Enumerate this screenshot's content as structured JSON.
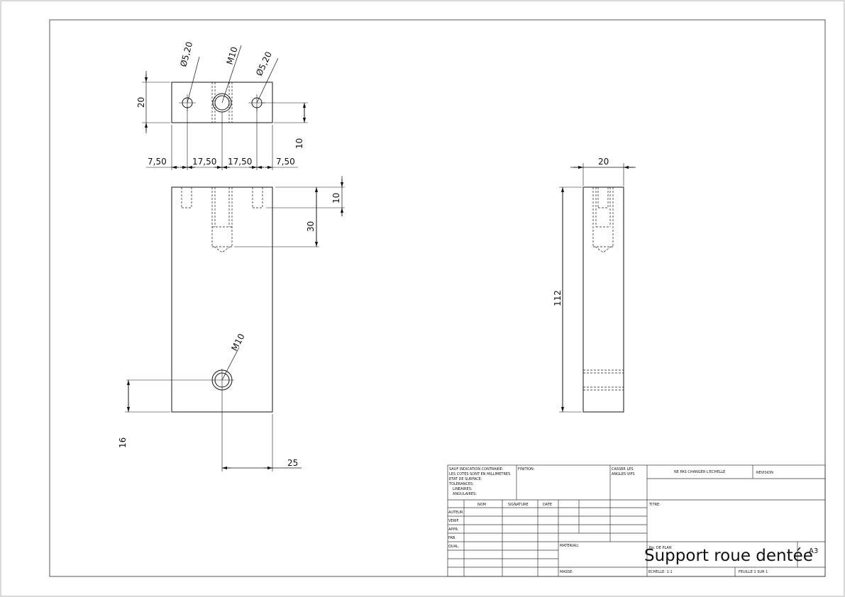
{
  "drawing": {
    "title": "Support roue dentée",
    "sheet_size": "A3",
    "views": {
      "top": {
        "holes": [
          {
            "label": "Ø5,20"
          },
          {
            "label": "M10"
          },
          {
            "label": "Ø5,20"
          }
        ],
        "dimensions": {
          "height": "20",
          "hole_offset": "10",
          "horizontal": [
            "7,50",
            "17,50",
            "17,50",
            "7,50"
          ]
        }
      },
      "front": {
        "dimensions": {
          "shallow_depth": "10",
          "deep_depth": "30",
          "bottom_hole_offset": "16",
          "bottom_hole_side": "25"
        },
        "bottom_hole_label": "M10"
      },
      "side": {
        "dimensions": {
          "width": "20",
          "height": "112"
        }
      }
    }
  },
  "title_block": {
    "notes": [
      "SAUF INDICATION CONTRAIRE:",
      "LES COTES SONT EN MILLIMETRES",
      "ETAT DE SURFACE:",
      "TOLERANCES:",
      "LINEAIRES:",
      "ANGULAIRES:"
    ],
    "finition_label": "FINITION:",
    "casser_label": [
      "CASSER LES",
      "ANGLES VIFS"
    ],
    "scale_notice": "NE PAS CHANGER L'ECHELLE",
    "revision_label": "REVISION",
    "headers": [
      "NOM",
      "SIGNATURE",
      "DATE"
    ],
    "roles": [
      "AUTEUR",
      "VERIF.",
      "APPR.",
      "FAB.",
      "QUAL."
    ],
    "titre_label": "TITRE:",
    "materiau_label": "MATERIAU:",
    "no_plan_label": "No. DE PLAN",
    "masse_label": "MASSE:",
    "echelle_label": "ECHELLE: 1:1",
    "feuille_label": "FEUILLE 1 SUR 1"
  }
}
